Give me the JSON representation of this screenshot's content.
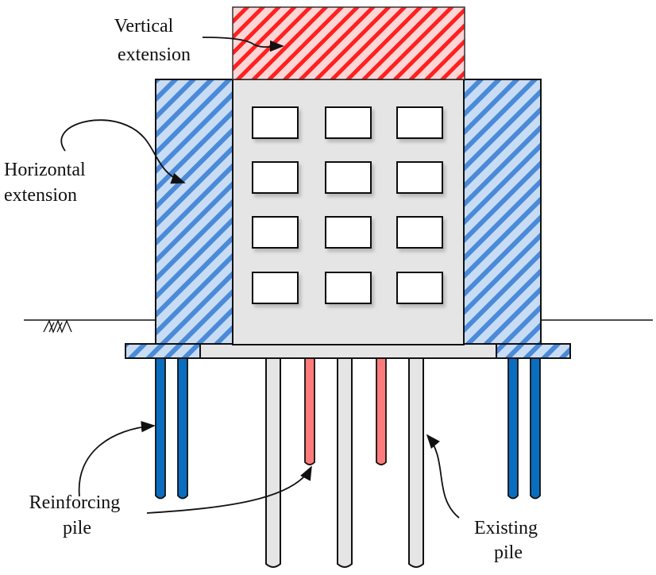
{
  "labels": {
    "vertical_extension": [
      "Vertical",
      "extension"
    ],
    "horizontal_extension": [
      "Horizontal",
      "extension"
    ],
    "reinforcing_pile": [
      "Reinforcing",
      "pile"
    ],
    "existing_pile": [
      "Existing",
      "pile"
    ]
  },
  "colors": {
    "vertical_extension_stripe": "#ff2020",
    "vertical_extension_fill": "#ffd6d6",
    "horizontal_extension_stripe": "#4a8ad8",
    "horizontal_extension_fill": "#c8dcf4",
    "building": "#e6e5e6",
    "reinforcing_pile_blue": "#0a6ec0",
    "reinforcing_pile_red": "#ff7b7b",
    "existing_pile": "#e6e5e6"
  },
  "windows": {
    "rows": 4,
    "columns": 3
  }
}
